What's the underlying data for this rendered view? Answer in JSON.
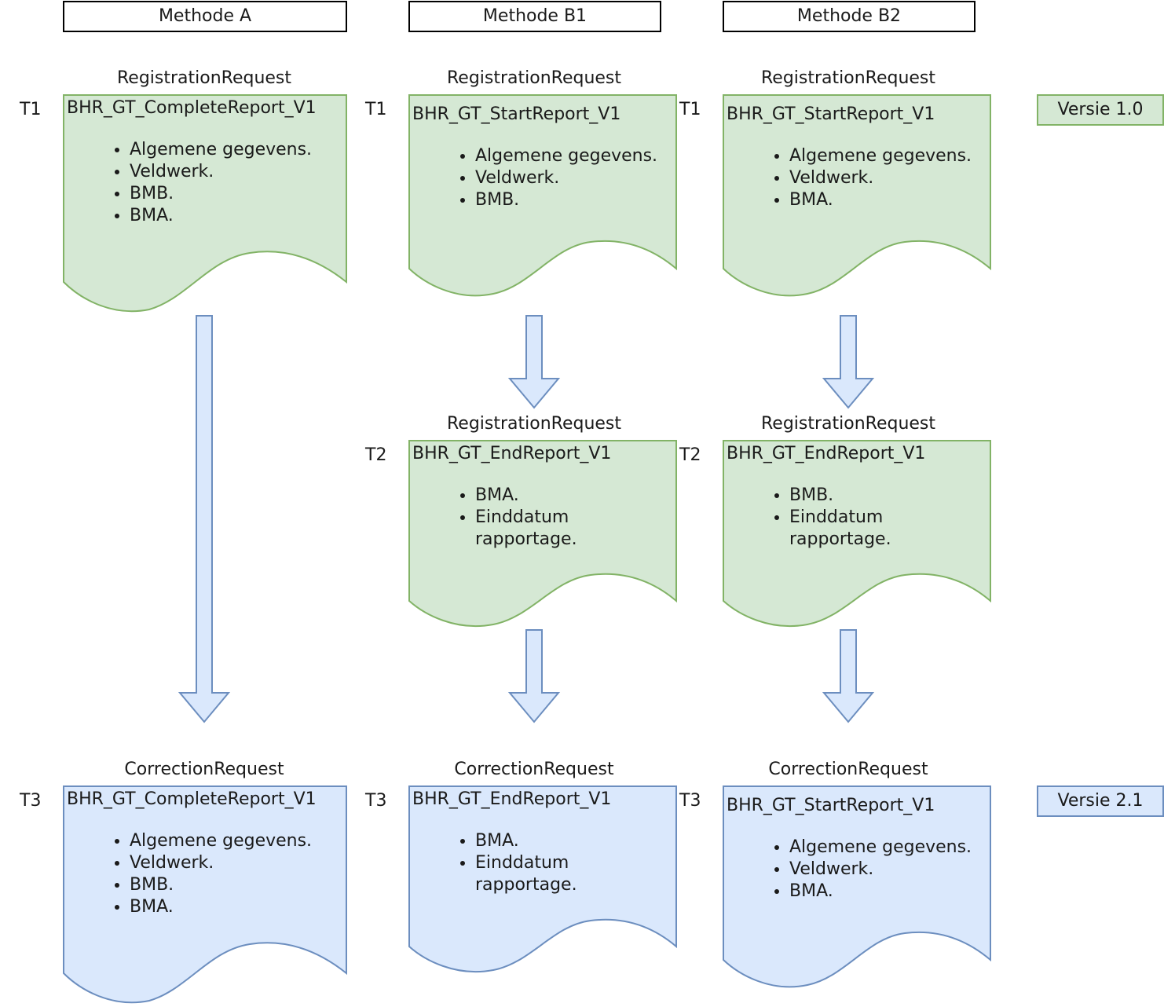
{
  "columns": [
    {
      "header": "Methode A"
    },
    {
      "header": "Methode B1"
    },
    {
      "header": "Methode B2"
    }
  ],
  "versions": {
    "v1": "Versie 1.0",
    "v2": "Versie 2.1"
  },
  "colors": {
    "green_fill": "#d5e8d4",
    "green_stroke": "#82b366",
    "blue_fill": "#dae8fc",
    "blue_stroke": "#6c8ebf"
  },
  "docs": {
    "a_t1": {
      "request": "RegistrationRequest",
      "time": "T1",
      "name": "BHR_GT_CompleteReport_V1",
      "items": [
        "Algemene gegevens.",
        "Veldwerk.",
        "BMB.",
        "BMA."
      ]
    },
    "b1_t1": {
      "request": "RegistrationRequest",
      "time": "T1",
      "name": "BHR_GT_StartReport_V1",
      "items": [
        "Algemene gegevens.",
        "Veldwerk.",
        "BMB."
      ]
    },
    "b2_t1": {
      "request": "RegistrationRequest",
      "time": "T1",
      "name": "BHR_GT_StartReport_V1",
      "items": [
        "Algemene gegevens.",
        "Veldwerk.",
        "BMA."
      ]
    },
    "b1_t2": {
      "request": "RegistrationRequest",
      "time": "T2",
      "name": "BHR_GT_EndReport_V1",
      "items": [
        "BMA.",
        "Einddatum",
        "rapportage."
      ]
    },
    "b2_t2": {
      "request": "RegistrationRequest",
      "time": "T2",
      "name": "BHR_GT_EndReport_V1",
      "items": [
        "BMB.",
        "Einddatum",
        "rapportage."
      ]
    },
    "a_t3": {
      "request": "CorrectionRequest",
      "time": "T3",
      "name": "BHR_GT_CompleteReport_V1",
      "items": [
        "Algemene gegevens.",
        "Veldwerk.",
        "BMB.",
        "BMA."
      ]
    },
    "b1_t3": {
      "request": "CorrectionRequest",
      "time": "T3",
      "name": "BHR_GT_EndReport_V1",
      "items": [
        "BMA.",
        "Einddatum",
        "rapportage."
      ]
    },
    "b2_t3": {
      "request": "CorrectionRequest",
      "time": "T3",
      "name": "BHR_GT_StartReport_V1",
      "items": [
        "Algemene gegevens.",
        "Veldwerk.",
        "BMA."
      ]
    }
  }
}
